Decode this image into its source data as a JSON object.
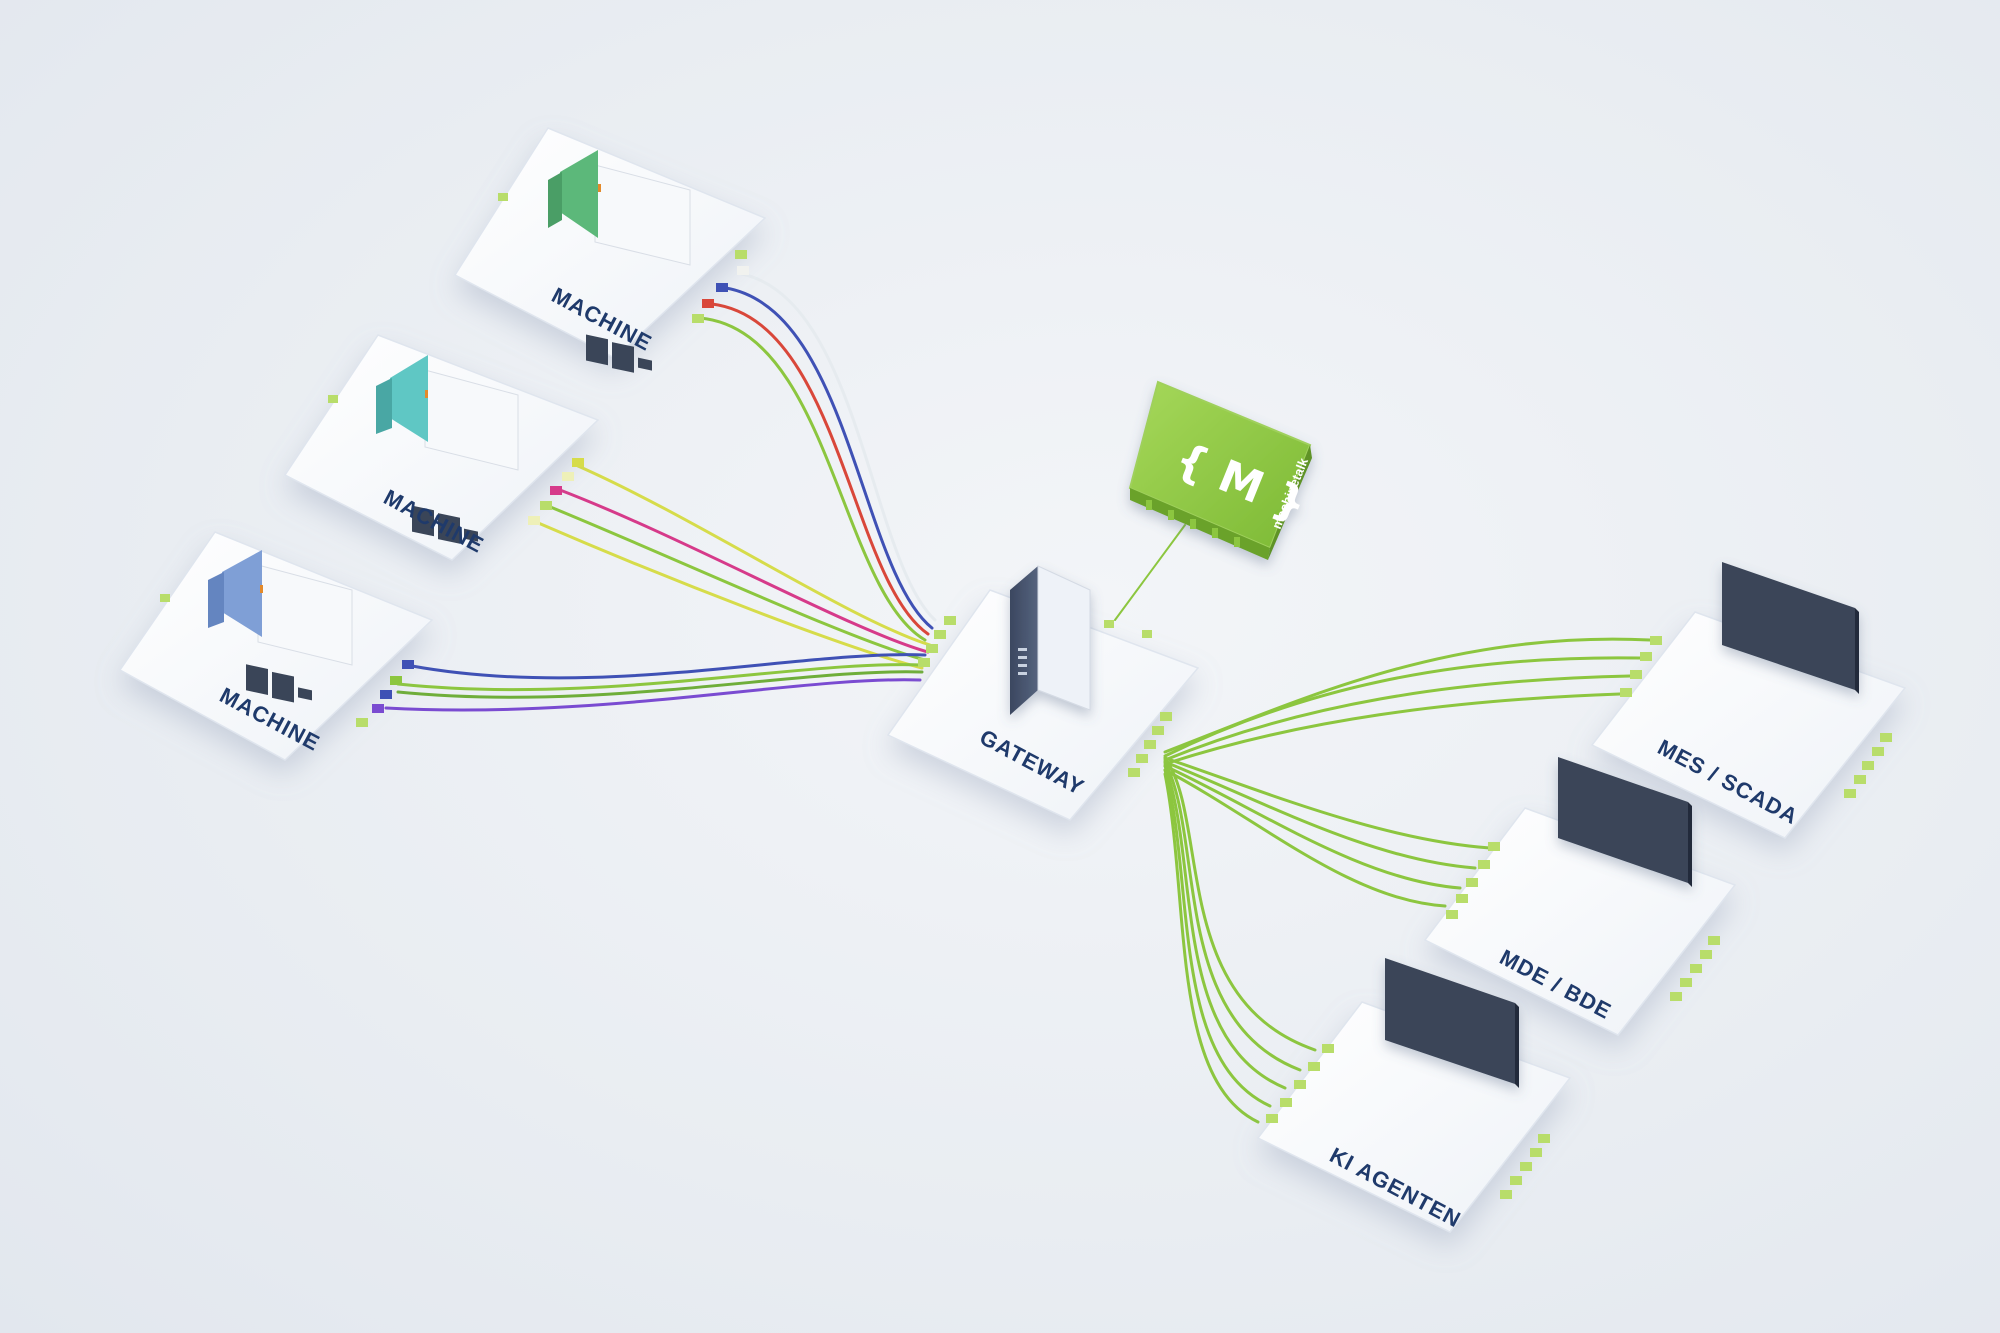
{
  "nodes": {
    "machine_1": {
      "label": "MACHINE",
      "accent": "#5cb87a"
    },
    "machine_2": {
      "label": "MACHINE",
      "accent": "#5fc7c4"
    },
    "machine_3": {
      "label": "MACHINE",
      "accent": "#7f9fd6"
    },
    "gateway": {
      "label": "GATEWAY"
    },
    "mes_scada": {
      "label": "MES / SCADA"
    },
    "mde_bde": {
      "label": "MDE / BDE"
    },
    "ki_agenten": {
      "label": "KI AGENTEN"
    }
  },
  "brand": {
    "name": "machinetalk",
    "logo": "{ M }",
    "color": "#8cc63f"
  },
  "colors": {
    "cable_green": "#8cc63f",
    "cable_blue": "#3f51b5",
    "cable_red": "#d9473a",
    "cable_yellow": "#d6dc4a",
    "cable_magenta": "#d63a8a",
    "cable_purple": "#7a4bd1",
    "screen": "#3a4558",
    "label": "#1f3a6b"
  }
}
